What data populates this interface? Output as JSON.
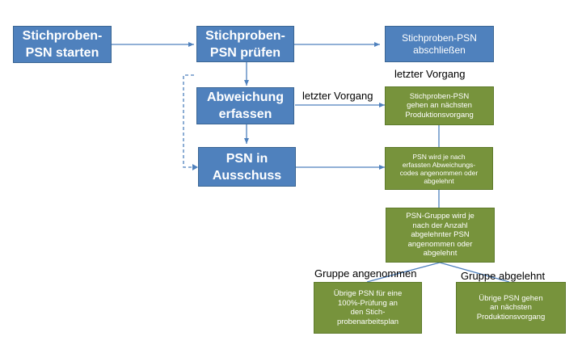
{
  "nodes": {
    "start": "Stichproben-\nPSN starten",
    "check": "Stichproben-\nPSN prüfen",
    "close": "Stichproben-PSN\nabschließen",
    "deviation": "Abweichung\nerfassen",
    "next_process": "Stichproben-PSN\ngehen an nächsten\nProduktionsvorgang",
    "scrap": "PSN in\nAusschuss",
    "accept_psn": "PSN wird je nach\nerfassten Abweichungs-\ncodes angenommen oder\nabgelehnt",
    "accept_group": "PSN-Gruppe wird je\nnach der Anzahl\nabgelehnter PSN\nangenommen oder\nabgelehnt",
    "remaining_100": "Übrige PSN für eine\n100%-Prüfung an\nden Stich-\nprobenarbeitsplan",
    "remaining_next": "Übrige PSN gehen\nan nächsten\nProduktionsvorgang"
  },
  "edge_labels": {
    "last_op_top": "letzter Vorgang",
    "last_op_mid": "letzter Vorgang",
    "group_accepted": "Gruppe angenommen",
    "group_rejected": "Gruppe abgelehnt"
  },
  "colors": {
    "process": "#4f81bd",
    "result": "#77933c",
    "connector": "#4f81bd"
  }
}
